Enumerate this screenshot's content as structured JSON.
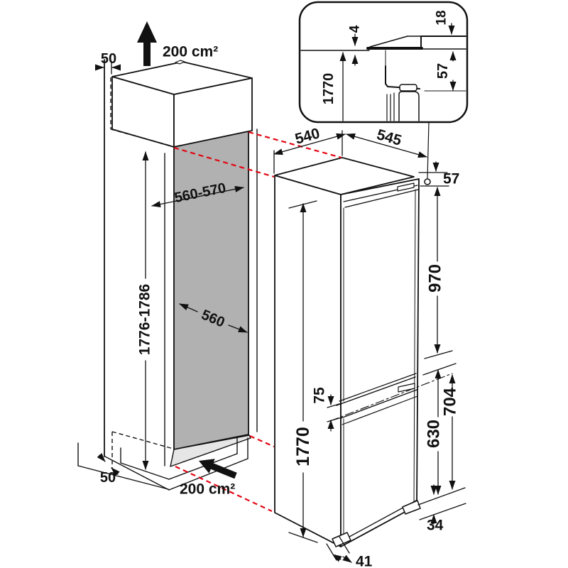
{
  "diagram": {
    "title_hint": "built-in fridge-freezer installation dimensions (mm)",
    "niche": {
      "top_clearance": "50",
      "top_vent_area": "200 cm²",
      "width_range": "560-570",
      "height_range": "1776-1786",
      "depth": "560",
      "bottom_clearance": "50",
      "bottom_vent_area": "200 cm²"
    },
    "appliance": {
      "depth_without_door": "540",
      "depth_with_door": "545",
      "top_gap": "57",
      "upper_door_height": "970",
      "door_overlap": "75",
      "height": "1770",
      "lower_door_height": "630",
      "lower_section_height": "704",
      "bottom_rear_height": "34",
      "foot_depth": "41"
    },
    "inset": {
      "top_gap": "4",
      "panel_thickness": "18",
      "niche_height": "1770",
      "hinge_offset": "57"
    },
    "colors": {
      "line_black": "#111111",
      "dimension_red": "#e30613",
      "panel_gray": "#b1b1b1",
      "floor_gray": "#e6e6e6"
    }
  }
}
